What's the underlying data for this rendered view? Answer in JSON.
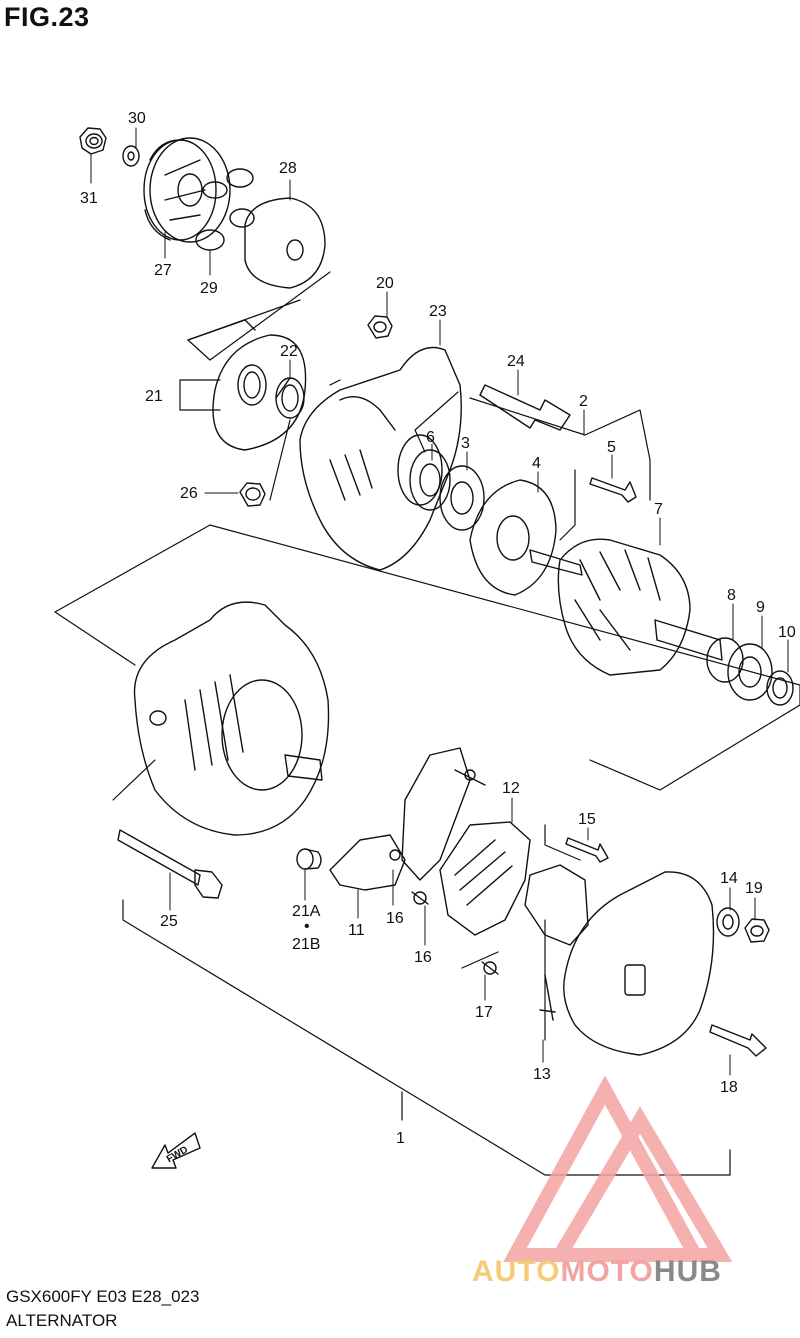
{
  "figure": {
    "title": "FIG.23",
    "model_code": "GSX600FY E03 E28_023",
    "name": "ALTERNATOR"
  },
  "watermark": {
    "part1": "AUTO",
    "part2": "MOTO",
    "part3": "HUB",
    "colors": {
      "auto": "#f7c979",
      "moto": "#f4a3a3",
      "hub": "#8a8a8a",
      "triangle": "#f4a3a3"
    }
  },
  "callouts": {
    "c1": "1",
    "c2": "2",
    "c3": "3",
    "c4": "4",
    "c5": "5",
    "c6": "6",
    "c7": "7",
    "c8": "8",
    "c9": "9",
    "c10": "10",
    "c11": "11",
    "c12": "12",
    "c13": "13",
    "c14": "14",
    "c15": "15",
    "c16a": "16",
    "c16b": "16",
    "c17": "17",
    "c18": "18",
    "c19": "19",
    "c20": "20",
    "c21": "21",
    "c21a": "21A",
    "c21dot": "•",
    "c21b": "21B",
    "c22": "22",
    "c23": "23",
    "c24": "24",
    "c25": "25",
    "c26": "26",
    "c27": "27",
    "c28": "28",
    "c29": "29",
    "c30": "30",
    "c31": "31"
  },
  "fwd_label": "FWD"
}
